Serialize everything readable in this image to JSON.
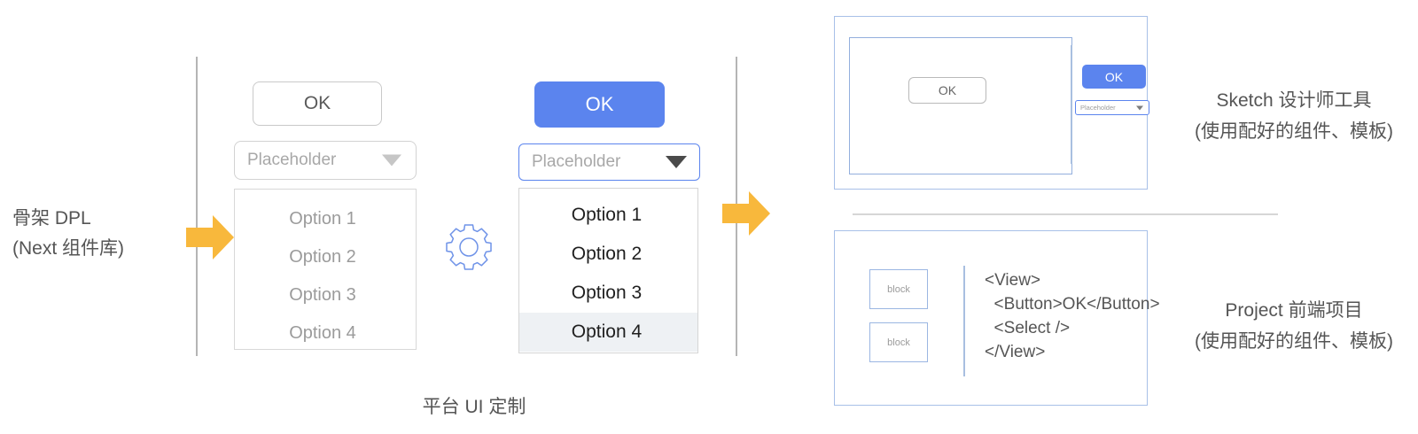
{
  "left_caption": {
    "line1": "骨架 DPL",
    "line2": "(Next 组件库)"
  },
  "skeleton_group": {
    "button_label": "OK",
    "select_placeholder": "Placeholder",
    "caret_icon": "chevron-down-icon",
    "options": [
      "Option 1",
      "Option 2",
      "Option 3",
      "Option 4"
    ]
  },
  "gear": {
    "icon": "gear-icon"
  },
  "themed_group": {
    "button_label": "OK",
    "select_placeholder": "Placeholder",
    "caret_icon": "chevron-down-icon",
    "options": [
      "Option 1",
      "Option 2",
      "Option 3",
      "Option 4"
    ],
    "selected_option": "Option 4"
  },
  "platform_caption": "平台 UI 定制",
  "arrows": {
    "icon": "arrow-right-icon",
    "color": "#f8b83c"
  },
  "sketch_panel": {
    "canvas_button_label": "OK",
    "library_button_label": "OK",
    "library_select_placeholder": "Placeholder",
    "caret_icon": "chevron-down-icon"
  },
  "project_panel": {
    "block_1_label": "block",
    "block_2_label": "block",
    "code": "<View>\n  <Button>OK</Button>\n  <Select />\n</View>"
  },
  "labels": {
    "sketch_line1": "Sketch 设计师工具",
    "sketch_line2": "(使用配好的组件、模板)",
    "project_line1": "Project 前端项目",
    "project_line2": "(使用配好的组件、模板)"
  },
  "colors": {
    "brand_blue": "#5b84ee",
    "arrow_orange": "#f8b83c",
    "panel_border_blue": "#a8c0e8",
    "text_gray": "#555555",
    "muted_gray": "#9b9b9b",
    "selected_row": "#eef1f4"
  }
}
